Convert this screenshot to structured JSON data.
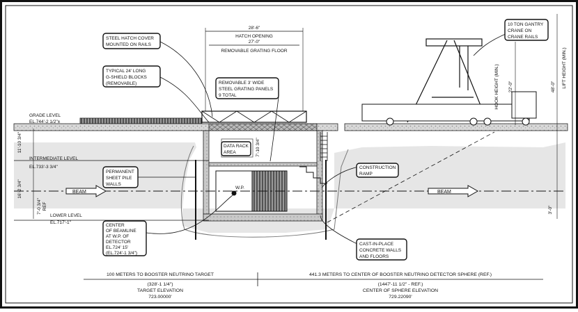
{
  "dimensions": {
    "hatch_opening_dim": "28'-6\"",
    "hatch_opening_label": "HATCH OPENING",
    "grating_floor_dim": "27'-0\"",
    "grating_floor_label": "REMOVABLE GRATING FLOOR",
    "hook_height_label": "HOOK HEIGHT (MIN.)",
    "hook_height_dim": "22'-0\"",
    "lift_height_label": "LIFT HEIGHT (MIN.)",
    "lift_height_dim": "48'-0\"",
    "upper_dim": "11'-10 3/4\"",
    "middle_dim": "16'-2 3/4\"",
    "rack_dim": "7'-10 3/4\"",
    "beam_ref_dim": "7'-0 3/4\"",
    "beam_ref_label": "REF",
    "right_bottom_dim": "3'-0\""
  },
  "callouts": {
    "steel_hatch": [
      "STEEL HATCH COVER",
      "MOUNTED ON RAILS"
    ],
    "gshield": [
      "TYPICAL 24' LONG",
      "G-SHIELD BLOCKS",
      "(REMOVABLE)"
    ],
    "grating_panels": [
      "REMOVABLE 3' WIDE",
      "STEEL GRATING PANELS",
      "9 TOTAL"
    ],
    "crane": [
      "10 TON GANTRY",
      "CRANE ON",
      "CRANE RAILS"
    ],
    "data_rack": [
      "DATA RACK",
      "AREA"
    ],
    "sheet_pile": [
      "PERMANENT",
      "SHEET PILE",
      "WALLS"
    ],
    "ramp": [
      "CONSTRUCTION",
      "RAMP"
    ],
    "beamline": [
      "CENTER",
      "OF BEAMLINE",
      "AT W.P. OF",
      "DETECTOR",
      "EL.724' 15'",
      "(EL.724'-1 3/4\")"
    ],
    "cast_in_place": [
      "CAST-IN-PLACE",
      "CONCRETE WALLS",
      "AND FLOORS"
    ]
  },
  "levels": {
    "grade": [
      "GRADE LEVEL",
      "EL.744'-2 1/2\"±"
    ],
    "intermediate": [
      "INTERMEDIATE LEVEL",
      "EL.733'-3 3/4\""
    ],
    "lower": [
      "LOWER LEVEL",
      "EL.717'-1\""
    ]
  },
  "beam": {
    "label_left": "BEAM",
    "label_right": "BEAM",
    "wp_label": "W.P."
  },
  "bottom": {
    "left": [
      "100 METERS TO BOOSTER NEUTRINO TARGET",
      "(328'-1 1/4\")",
      "TARGET ELEVATION",
      "723.00000'"
    ],
    "right": [
      "441.3 METERS TO CENTER OF BOOSTER NEUTRINO DETECTOR SPHERE (REF.)",
      "(1447'-11 1/2\" - REF.)",
      "CENTER OF SPHERE ELEVATION",
      "729.22090'"
    ]
  }
}
